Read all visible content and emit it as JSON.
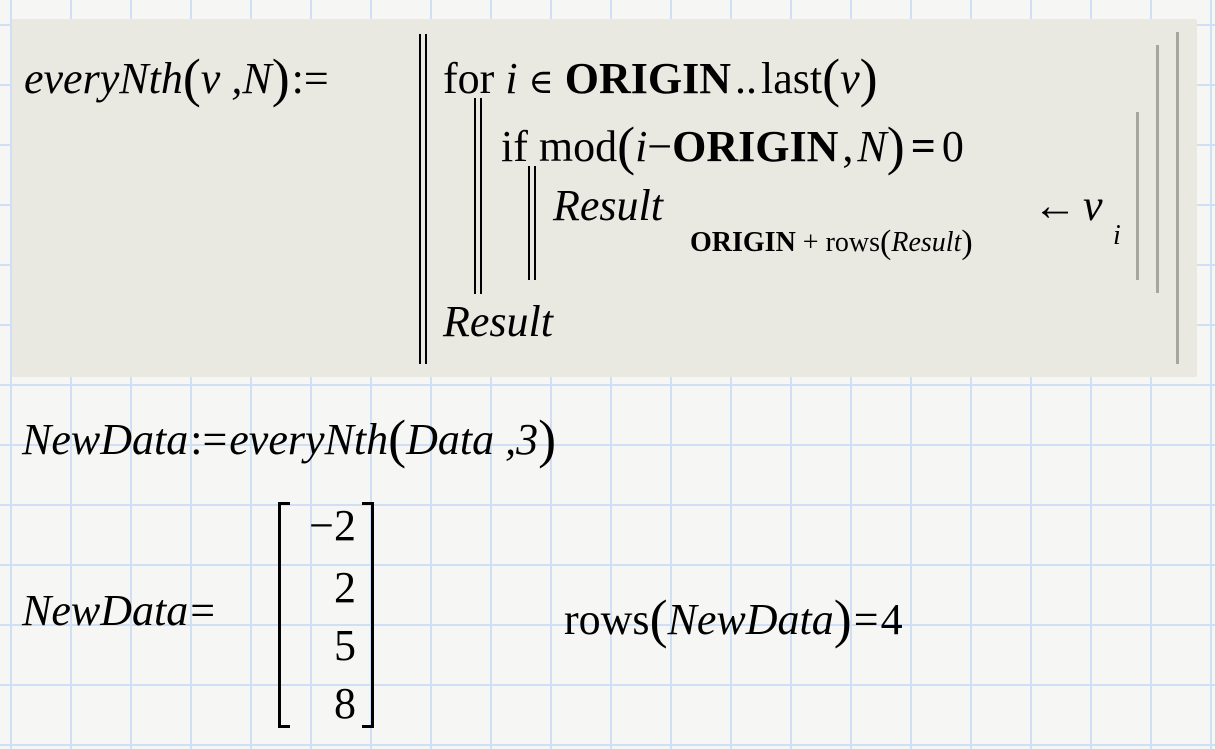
{
  "worksheet": {
    "background_color": "#f6f7f4",
    "grid_color": "#cfe0f6",
    "region_color": "#e9e8e1"
  },
  "function_def": {
    "name": "everyNth",
    "open_paren": "(",
    "params": "v ,N",
    "close_paren": ")",
    "define_op": ":=",
    "lines": {
      "for_kw": "for",
      "for_var": "i",
      "in_op": "∈",
      "for_start": "ORIGIN",
      "range_op": "..",
      "for_end_fn": "last",
      "for_end_arg": "v",
      "if_kw": "if",
      "if_fn": "mod",
      "if_arg_var": "i",
      "if_arg_minus": "−",
      "if_arg_origin": "ORIGIN",
      "if_arg_comma": ",",
      "if_arg_n": "N",
      "if_eq": "=",
      "if_rhs": "0",
      "assign_target": "Result",
      "assign_subscript_origin": "ORIGIN",
      "assign_subscript_plus": "+",
      "assign_subscript_fn": "rows",
      "assign_subscript_arg": "Result",
      "assign_arrow": "←",
      "assign_value": "v",
      "assign_value_subscript": "i",
      "return_value": "Result"
    }
  },
  "newdata_def": {
    "lhs": "NewData",
    "op": ":=",
    "fn": "everyNth",
    "args": "Data ,3"
  },
  "newdata_eval": {
    "lhs": "NewData",
    "op": "=",
    "matrix": [
      "−2",
      "2",
      "5",
      "8"
    ]
  },
  "rows_eval": {
    "fn": "rows",
    "arg": "NewData",
    "op": "=",
    "result": "4"
  }
}
